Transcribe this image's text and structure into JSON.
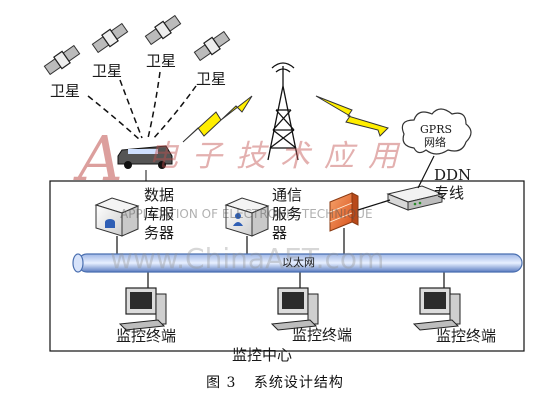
{
  "satellite_labels": [
    "卫星",
    "卫星",
    "卫星",
    "卫星"
  ],
  "gprs_label_line1": "GPRS",
  "gprs_label_line2": "网络",
  "ddn_label_line1": "DDN",
  "ddn_label_line2": "专线",
  "db_server_label": [
    "数据",
    "库服",
    "务器"
  ],
  "comm_server_label": [
    "通信",
    "服务",
    "器"
  ],
  "ethernet_label": "以太网",
  "terminal_label": "监控终端",
  "center_label": "监控中心",
  "caption": {
    "number": "图 3",
    "title": "系统设计结构"
  },
  "watermark": {
    "logo_letter": "A",
    "logo_cn": "电子技术应用",
    "en_text": "APPLICATION OF ELECTRONIC TECHNIQUE",
    "url": "www.ChinaAET.com"
  },
  "colors": {
    "cable": "#4a6fb0",
    "lightning": "#ffee00",
    "firewall": "#e8702a",
    "watermark": "#c0504d"
  }
}
